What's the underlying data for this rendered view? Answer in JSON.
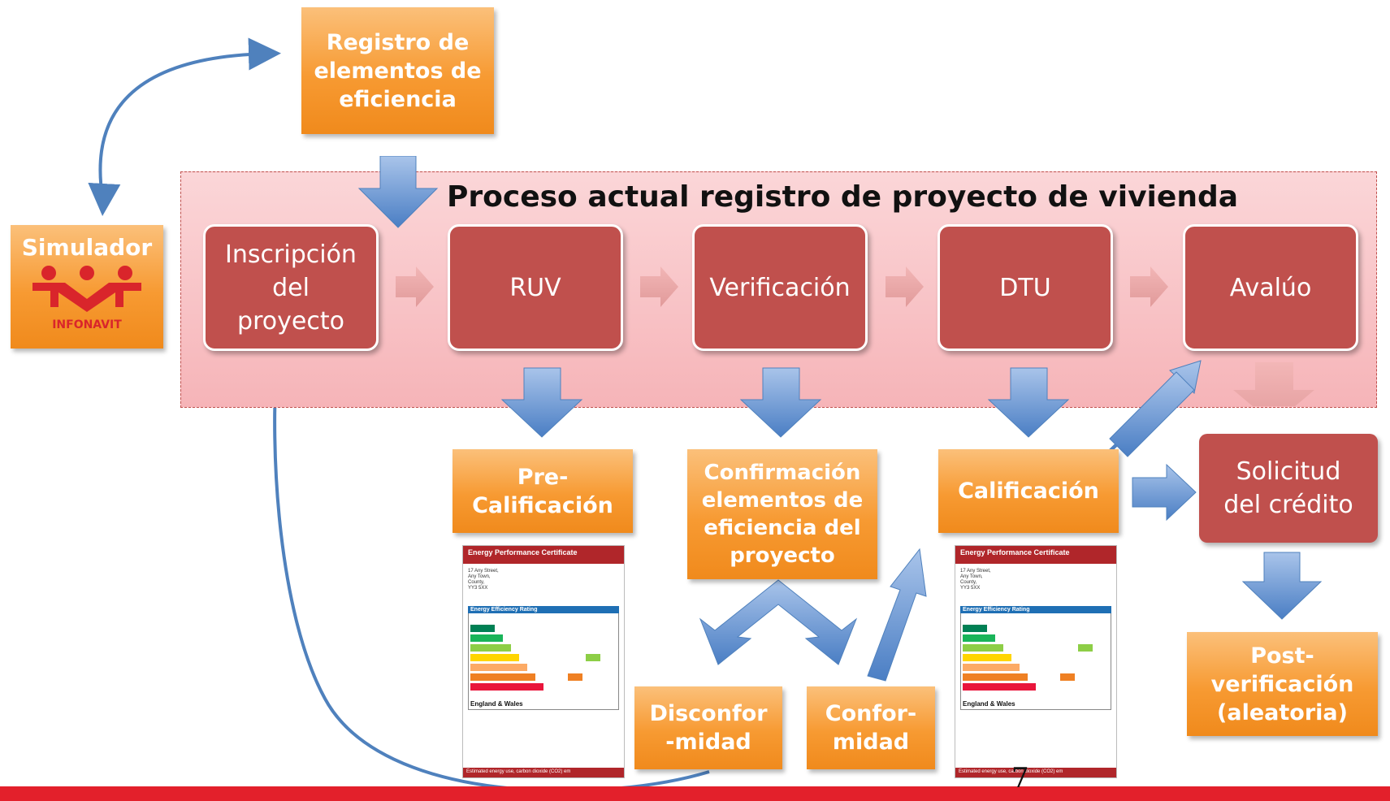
{
  "diagram": {
    "process_title": "Proceso actual registro de proyecto de vivienda",
    "top_box": "Registro de\nelementos de\neficiencia",
    "simulator": {
      "label": "Simulador",
      "logo_text": "INFONAVIT"
    },
    "process_steps": [
      "Inscripción\ndel\nproyecto",
      "RUV",
      "Verificación",
      "DTU",
      "Avalúo"
    ],
    "outputs": {
      "precalificacion": "Pre-\nCalificación",
      "confirmacion": "Confirmación\nelementos de\neficiencia del\nproyecto",
      "calificacion": "Calificación",
      "solicitud": "Solicitud\ndel crédito",
      "postverificacion": "Post-\nverificación\n(aleatoria)",
      "disconformidad": "Disconfor\n-midad",
      "conformidad": "Confor-\nmidad"
    },
    "certificate": {
      "title": "Energy Performance Certificate",
      "address": "17 Any Street,\nAny Town,\nCounty,\nYY3 5XX",
      "rating_header": "Energy Efficiency Rating",
      "region": "England & Wales",
      "footer": "Estimated energy use, carbon dioxide (CO2) em"
    },
    "page_number": "7"
  },
  "colors": {
    "orange": "#f79a32",
    "red_box": "#c0504d",
    "panel_pink": "#f6b4b8",
    "arrow_blue": "#4f81bd",
    "bottom_bar": "#e3202b"
  }
}
